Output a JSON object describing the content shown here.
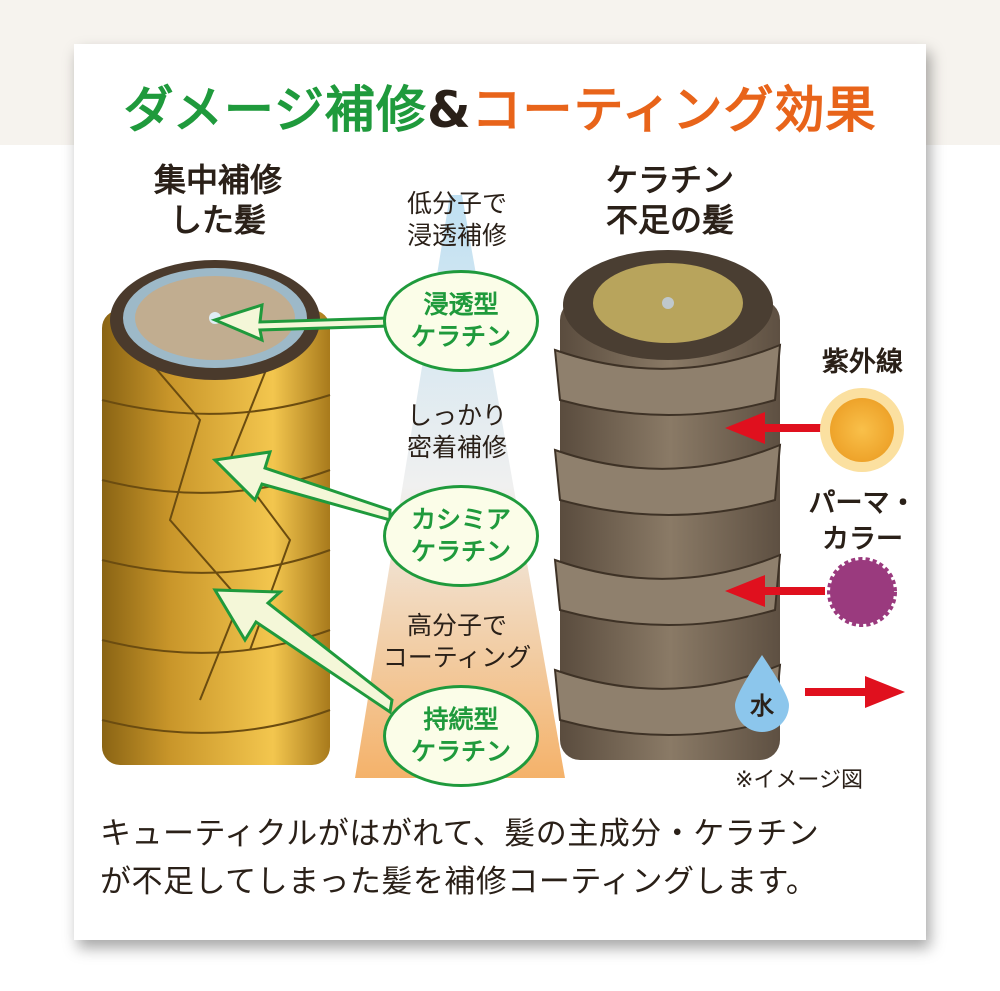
{
  "title": {
    "part1": "ダメージ補修",
    "amp": "&",
    "part2": "コーティング効果"
  },
  "left_heading": [
    "集中補修",
    "した髪"
  ],
  "right_heading": [
    "ケラチン",
    "不足の髪"
  ],
  "center_labels": [
    [
      "低分子で",
      "浸透補修"
    ],
    [
      "しっかり",
      "密着補修"
    ],
    [
      "高分子で",
      "コーティング"
    ]
  ],
  "bubbles": [
    [
      "浸透型",
      "ケラチン"
    ],
    [
      "カシミア",
      "ケラチン"
    ],
    [
      "持続型",
      "ケラチン"
    ]
  ],
  "damage_sources": {
    "uv": "紫外線",
    "perm_color": [
      "パーマ・",
      "カラー"
    ],
    "water": "水"
  },
  "note": "※イメージ図",
  "caption": [
    "キューティクルがはがれて、髪の主成分・ケラチン",
    "が不足してしまった髪を補修コーティングします。"
  ],
  "colors": {
    "green": "#1f9a3c",
    "orange": "#e8641a",
    "gold": "#c9962a",
    "damaged": "#7a6a58",
    "arrow_red": "#e0101e"
  }
}
